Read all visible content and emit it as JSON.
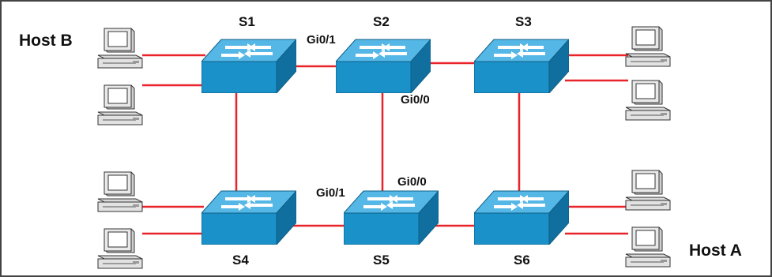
{
  "switches": [
    {
      "id": "S1",
      "label": "S1"
    },
    {
      "id": "S2",
      "label": "S2"
    },
    {
      "id": "S3",
      "label": "S3"
    },
    {
      "id": "S4",
      "label": "S4"
    },
    {
      "id": "S5",
      "label": "S5"
    },
    {
      "id": "S6",
      "label": "S6"
    }
  ],
  "hosts": {
    "host_b": "Host B",
    "host_a": "Host A"
  },
  "ports": {
    "s2_left": "Gi0/1",
    "s2_down": "Gi0/0",
    "s5_left": "Gi0/1",
    "s5_up": "Gi0/0"
  },
  "links": [
    {
      "from": "S1",
      "to": "S2"
    },
    {
      "from": "S2",
      "to": "S3"
    },
    {
      "from": "S1",
      "to": "S4"
    },
    {
      "from": "S2",
      "to": "S5"
    },
    {
      "from": "S3",
      "to": "S6"
    },
    {
      "from": "S4",
      "to": "S5"
    },
    {
      "from": "S5",
      "to": "S6"
    }
  ],
  "colors": {
    "link": "#e8232a",
    "switch_top": "#4fb2e3",
    "switch_front": "#1a8fc7",
    "switch_side": "#0f6f9e",
    "pc_body": "#e6e6e6"
  },
  "icons": [
    "switch-icon",
    "pc-icon",
    "arrow-icon"
  ]
}
